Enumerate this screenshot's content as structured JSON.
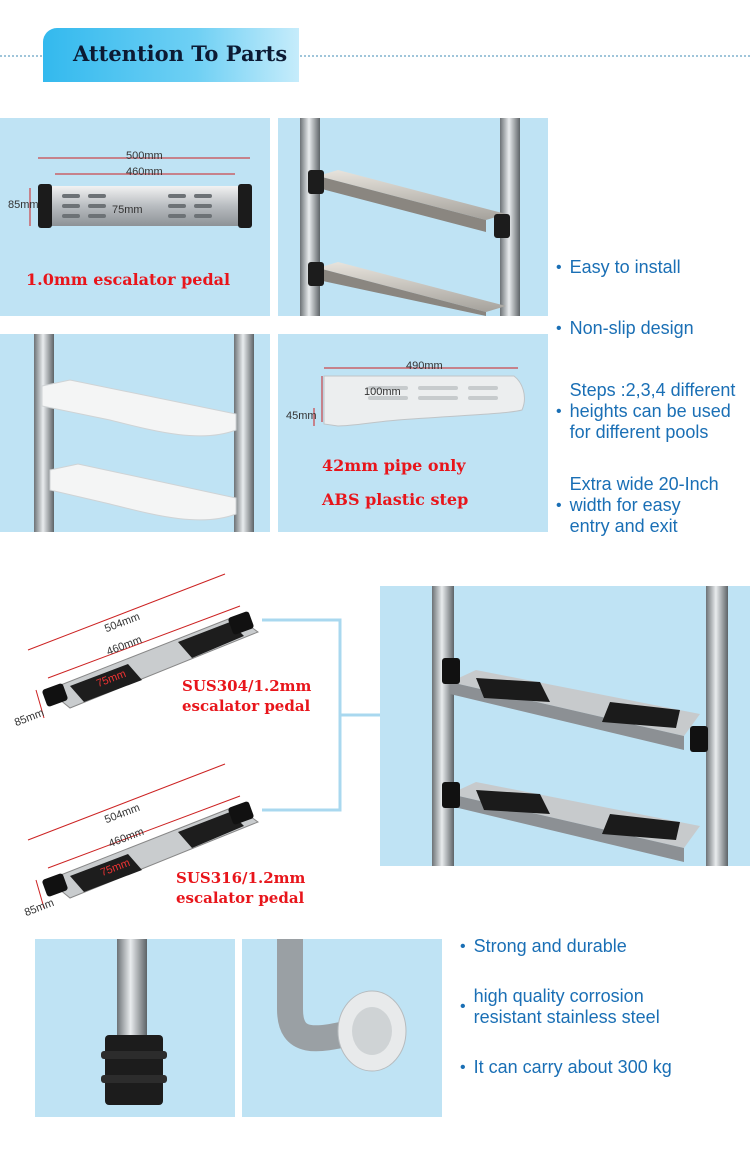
{
  "header": {
    "title": "Attention To Parts"
  },
  "panel_pedal_1": {
    "dims": {
      "outer": "500mm",
      "inner": "460mm",
      "height": "85mm",
      "depth": "75mm"
    },
    "caption": "1.0mm escalator pedal"
  },
  "panel_abs": {
    "dims": {
      "length": "490mm",
      "width": "100mm",
      "height": "45mm"
    },
    "caption_1": "42mm pipe only",
    "caption_2": "ABS plastic step"
  },
  "features_1": [
    {
      "text": "Easy to install"
    },
    {
      "text": "Non-slip design"
    },
    {
      "line1": "Steps :2,3,4 different",
      "line2": "heights can be used",
      "line3": "for different pools"
    },
    {
      "line1": "Extra wide 20-Inch",
      "line2": "width for easy",
      "line3": "entry and exit"
    }
  ],
  "pedal_304": {
    "dims": {
      "outer": "504mm",
      "inner": "460mm",
      "depth": "75mm",
      "height": "85mm"
    },
    "caption_1": "SUS304/1.2mm",
    "caption_2": "escalator pedal"
  },
  "pedal_316": {
    "dims": {
      "outer": "504mm",
      "inner": "460mm",
      "depth": "75mm",
      "height": "85mm"
    },
    "caption_1": "SUS316/1.2mm",
    "caption_2": "escalator pedal"
  },
  "features_2": [
    {
      "text": "Strong and durable"
    },
    {
      "line1": "high quality corrosion",
      "line2": "resistant stainless steel"
    },
    {
      "text": "It can carry about 300 kg"
    }
  ],
  "colors": {
    "panel_bg": "#bfe3f4",
    "accent_blue": "#1a6fb5",
    "caption_red": "#e8151b",
    "header_gradient_start": "#33b9ee"
  }
}
